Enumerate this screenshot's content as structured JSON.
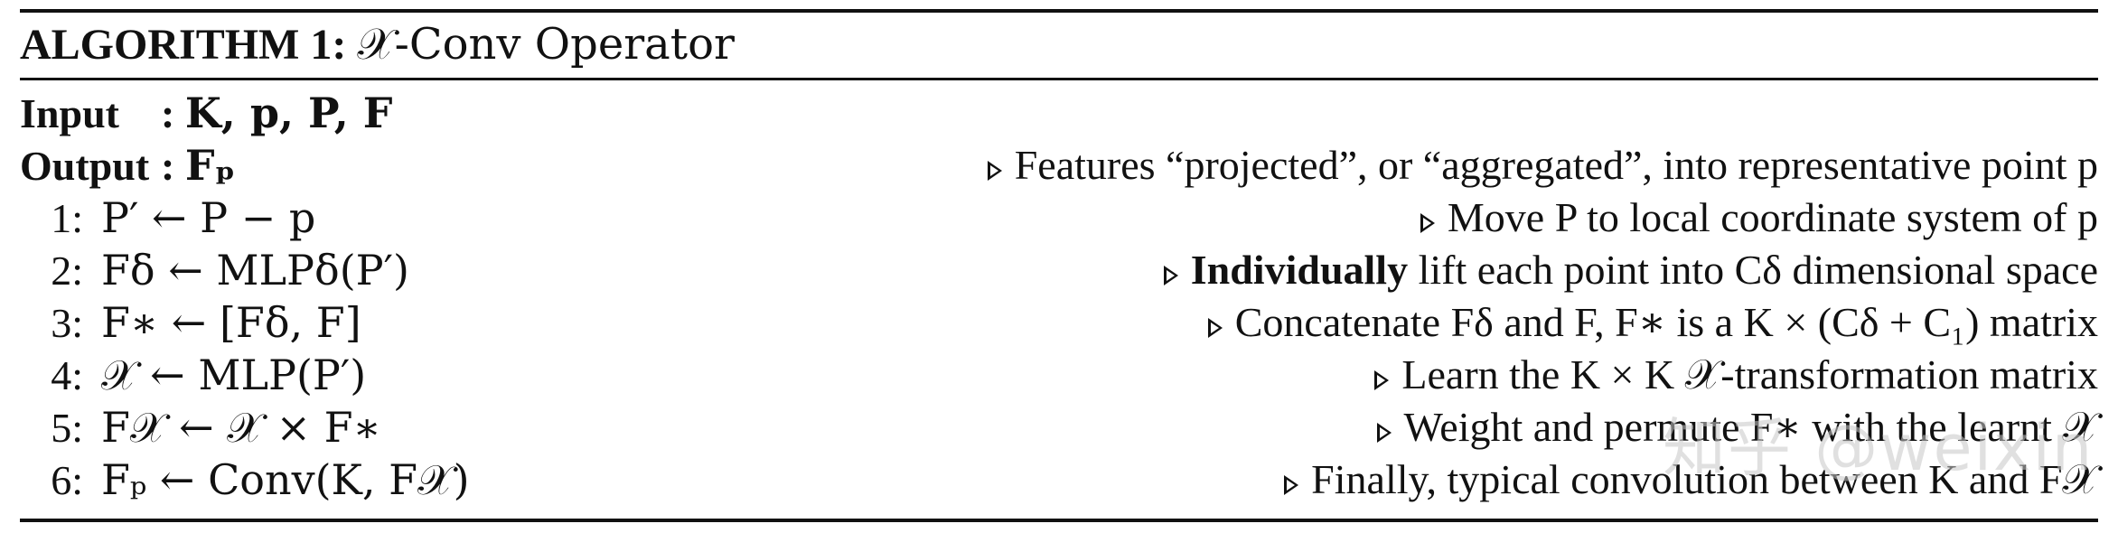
{
  "title": {
    "label": "ALGORITHM 1:",
    "name": "𝒳-Conv Operator"
  },
  "io": [
    {
      "label": "Input",
      "sep": ":",
      "value": "K, p, P, F",
      "comment": ""
    },
    {
      "label": "Output",
      "sep": ":",
      "value": "Fₚ",
      "comment": "Features “projected”, or “aggregated”, into representative point p"
    }
  ],
  "steps": [
    {
      "num": "1:",
      "code": "P′ ← P − p",
      "comment": "Move P to local coordinate system of p"
    },
    {
      "num": "2:",
      "code": "Fδ ← MLPδ(P′)",
      "comment_bold": "Individually",
      "comment": "lift each point into Cδ dimensional space"
    },
    {
      "num": "3:",
      "code": "F∗ ← [Fδ, F]",
      "comment": "Concatenate Fδ and F, F∗ is a K × (Cδ + C₁) matrix"
    },
    {
      "num": "4:",
      "code": "𝒳 ← MLP(P′)",
      "comment": "Learn the K × K 𝒳-transformation matrix"
    },
    {
      "num": "5:",
      "code": "F𝒳 ← 𝒳 × F∗",
      "comment": "Weight and permute F∗ with the learnt 𝒳"
    },
    {
      "num": "6:",
      "code": "Fₚ ← Conv(K, F𝒳)",
      "comment": "Finally, typical convolution between K and F𝒳"
    }
  ],
  "watermark": "知乎 @weixin"
}
